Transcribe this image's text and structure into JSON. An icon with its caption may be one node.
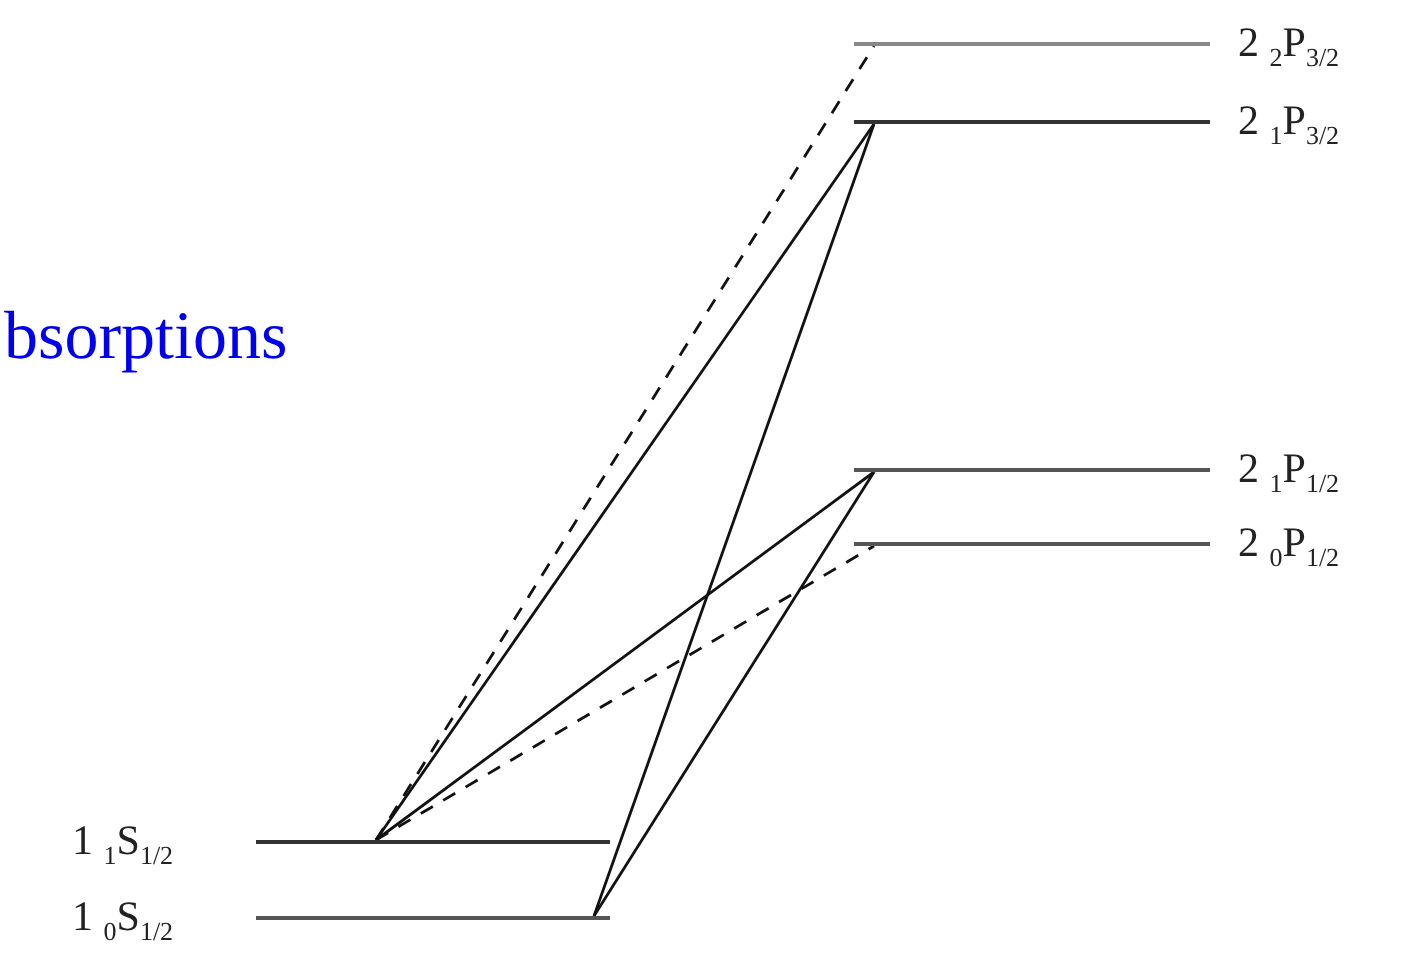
{
  "diagram": {
    "nodes": [
      {
        "text": [],
        "shape": "bar",
        "beside": [
          "2 $_{2}$P$_{3/2}$"
        ]
      },
      {
        "text": [],
        "shape": "bar",
        "beside": [
          "2 $_{1}$P$_{3/2}$"
        ]
      },
      {
        "text": [],
        "shape": "bar",
        "beside": [
          "2 $_{1}$P$_{1/2}$"
        ]
      },
      {
        "text": [],
        "shape": "bar",
        "beside": [
          "2 $_{0}$P$_{1/2}$"
        ]
      },
      {
        "text": [],
        "shape": "bar",
        "beside": [
          "1 $_{1}$S$_{1/2}$"
        ]
      },
      {
        "text": [],
        "shape": "bar",
        "beside": [
          "1 $_{0}$S$_{1/2}$"
        ]
      }
    ],
    "edges": [
      {
        "from": 4,
        "to": 0,
        "arrow": "none",
        "style": "dashed"
      },
      {
        "from": 4,
        "to": 1,
        "arrow": "none"
      },
      {
        "from": 4,
        "to": 2,
        "arrow": "none"
      },
      {
        "from": 4,
        "to": 3,
        "arrow": "none",
        "style": "dashed"
      },
      {
        "from": 5,
        "to": 1,
        "arrow": "none"
      },
      {
        "from": 5,
        "to": 2,
        "arrow": "none"
      }
    ],
    "labels": [
      "bsorptions"
    ]
  }
}
